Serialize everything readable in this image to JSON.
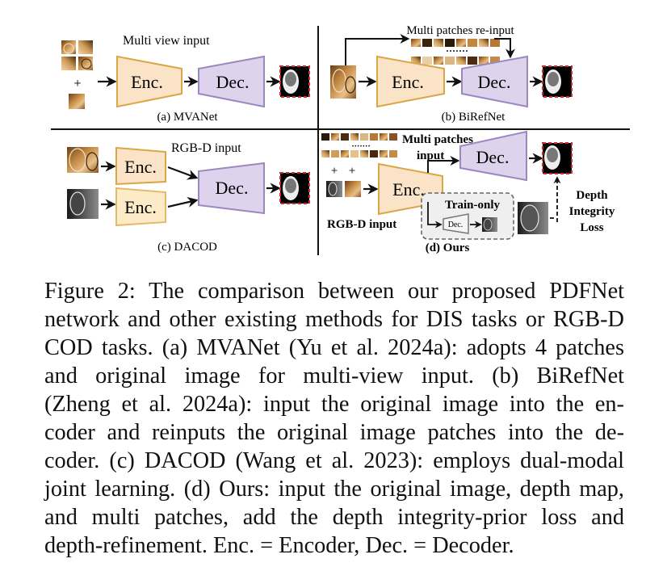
{
  "figure": {
    "panels": {
      "a": {
        "caption": "(a) MVANet",
        "input_label": "Multi view input",
        "plus": "+",
        "encoder": "Enc.",
        "decoder": "Dec."
      },
      "b": {
        "caption": "(b) BiRefNet",
        "patches_label": "Multi patches re-input",
        "dots": "·······",
        "encoder": "Enc.",
        "decoder": "Dec."
      },
      "c": {
        "caption": "(c) DACOD",
        "input_label": "RGB-D input",
        "encoder_rgb": "Enc.",
        "encoder_depth": "Enc.",
        "decoder": "Dec."
      },
      "d": {
        "caption": "(d) Ours",
        "patches_label_line1": "Multi patches",
        "patches_label_line2": "input",
        "dots": "·······",
        "plus": "+",
        "input_label": "RGB-D input",
        "encoder": "Enc.",
        "decoder": "Dec.",
        "train_only_label": "Train-only",
        "small_decoder": "Dec.",
        "loss_label_line1": "Depth",
        "loss_label_line2": "Integrity",
        "loss_label_line3": "Loss"
      }
    },
    "colors": {
      "encoder_fill": "#fbe3c8",
      "encoder_stroke": "#d9a746",
      "encoder_light_fill": "#fdebc8",
      "decoder_fill": "#ddd3ec",
      "decoder_stroke": "#9d87c0",
      "mask_dash": "#d9262b",
      "train_box_fill": "#efefef",
      "train_box_stroke": "#666666"
    }
  },
  "caption": {
    "lines": [
      "Figure 2: The comparison between our proposed PDFNet",
      "network and other existing methods for DIS tasks or RGB-D",
      "COD tasks. (a) MVANet (Yu et al. 2024a): adopts 4 patches",
      "and original image for multi-view input. (b) BiRefNet",
      "(Zheng et al. 2024a): input the original image into the en-",
      "coder and reinputs the original image patches into the de-",
      "coder. (c) DACOD (Wang et al. 2023): employs dual-modal",
      "joint learning. (d) Ours: input the original image, depth map,",
      "and multi patches, add the depth integrity-prior loss and",
      "depth-refinement. Enc. = Encoder, Dec. = Decoder."
    ]
  }
}
